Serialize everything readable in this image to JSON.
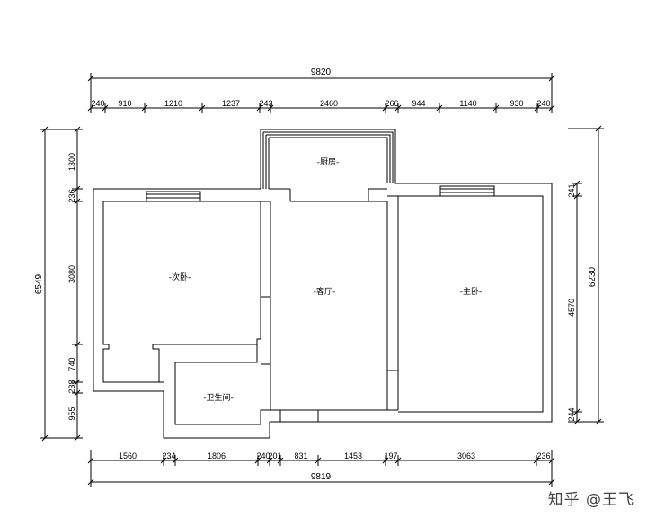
{
  "top_dimensions": {
    "total": "9820",
    "segments": [
      "240",
      "910",
      "1210",
      "1237",
      "243",
      "2460",
      "266",
      "944",
      "1140",
      "930",
      "240"
    ]
  },
  "bottom_dimensions": {
    "total": "9819",
    "segments": [
      "1560",
      "234",
      "1806",
      "240",
      "201",
      "831",
      "1453",
      "197",
      "3063",
      "236"
    ]
  },
  "left_dimensions": {
    "total": "6549",
    "segments": [
      "1300",
      "236",
      "3080",
      "740",
      "238",
      "955"
    ]
  },
  "right_dimensions": {
    "total": "6230",
    "segments": [
      "241",
      "4570",
      "244"
    ]
  },
  "rooms": {
    "kitchen": "-厨房-",
    "second_bedroom": "-次卧-",
    "living_room": "-客厅-",
    "master_bedroom": "-主卧-",
    "bathroom": "-卫生间-"
  },
  "watermark": "知乎 @王飞"
}
